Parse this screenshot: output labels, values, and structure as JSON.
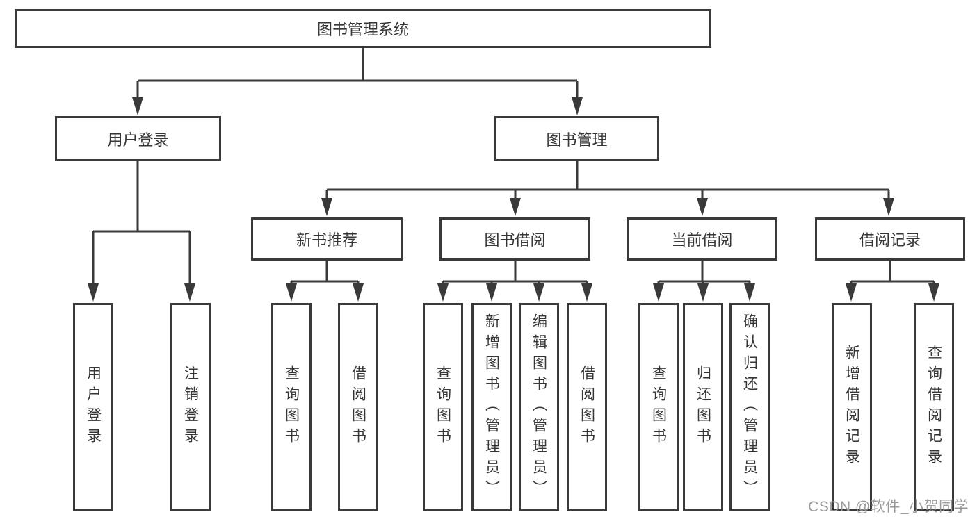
{
  "tree": {
    "root": "图书管理系统",
    "user": {
      "label": "用户登录",
      "children": [
        "用户登录",
        "注销登录"
      ]
    },
    "book": {
      "label": "图书管理",
      "groups": [
        {
          "label": "新书推荐",
          "children": [
            "查询图书",
            "借阅图书"
          ]
        },
        {
          "label": "图书借阅",
          "children": [
            "查询图书",
            "新增图书（管理员）",
            "编辑图书（管理员）",
            "借阅图书"
          ]
        },
        {
          "label": "当前借阅",
          "children": [
            "查询图书",
            "归还图书",
            "确认归还（管理员）"
          ]
        },
        {
          "label": "借阅记录",
          "children": [
            "新增借阅记录",
            "查询借阅记录"
          ]
        }
      ]
    }
  },
  "watermark": "CSDN @软件_小贺同学",
  "colors": {
    "line": "#3a3a3a",
    "text": "#363636",
    "watermark": "#9b9b9b"
  }
}
